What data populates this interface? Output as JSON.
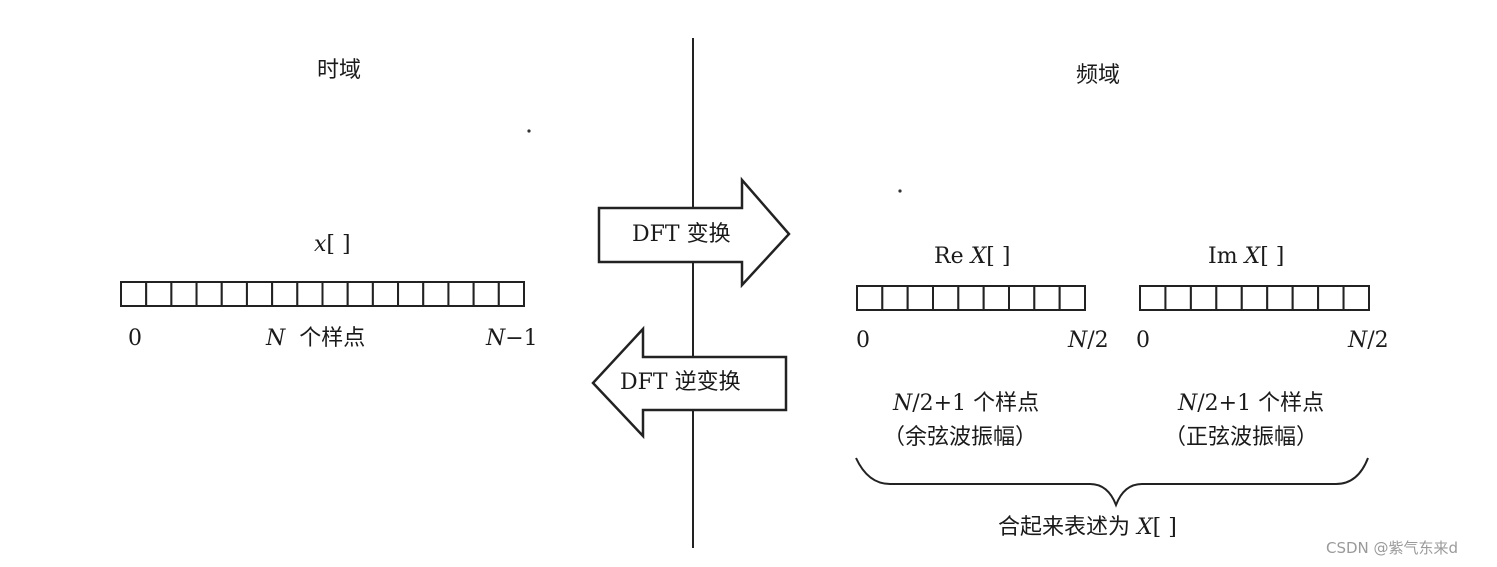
{
  "time_domain": {
    "title": "时域",
    "array_var": "x",
    "array_brackets": "[ ]",
    "cells": 16,
    "index_start": "0",
    "samples_var": "N",
    "samples_text": "个样点",
    "index_end_var": "N",
    "index_end_suffix": "−1"
  },
  "freq_domain": {
    "title": "频域",
    "re": {
      "prefix": "Re ",
      "var": "X",
      "brackets": "[ ]",
      "cells": 9,
      "index_start": "0",
      "index_end_var": "N",
      "index_end_suffix": "/2",
      "count_var": "N",
      "count_text": "/2+1  个样点",
      "note": "（余弦波振幅）"
    },
    "im": {
      "prefix": "Im ",
      "var": "X",
      "brackets": "[ ]",
      "cells": 9,
      "index_start": "0",
      "index_end_var": "N",
      "index_end_suffix": "/2",
      "count_var": "N",
      "count_text": "/2+1  个样点",
      "note": "（正弦波振幅）"
    },
    "combined_text": "合起来表述为 ",
    "combined_var": "X",
    "combined_brackets": "[ ]"
  },
  "arrows": {
    "forward_label": "DFT 变换",
    "inverse_label": "DFT 逆变换"
  },
  "watermark": "CSDN @紫气东来d"
}
